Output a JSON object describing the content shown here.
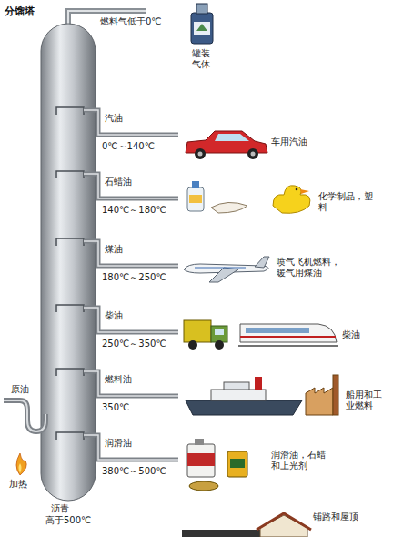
{
  "diagram": {
    "title": "分馏塔",
    "labels": [
      "燃料气低于0℃",
      "罐装 气体",
      "汽油",
      "0℃～140℃",
      "车用汽油",
      "石蜡油",
      "140℃～180℃",
      "化学制品，塑料",
      "煤油",
      "180℃～250℃",
      "喷气飞机燃料，暖气用煤油",
      "柴油",
      "250℃～350℃",
      "柴油",
      "燃料油",
      "350℃",
      "船用和工业燃料",
      "润滑油",
      "380℃～500℃",
      "润滑油，石蜡和上光剂",
      "原油",
      "加热",
      "沥青",
      "高于500℃",
      "铺路和屋顶"
    ]
  }
}
